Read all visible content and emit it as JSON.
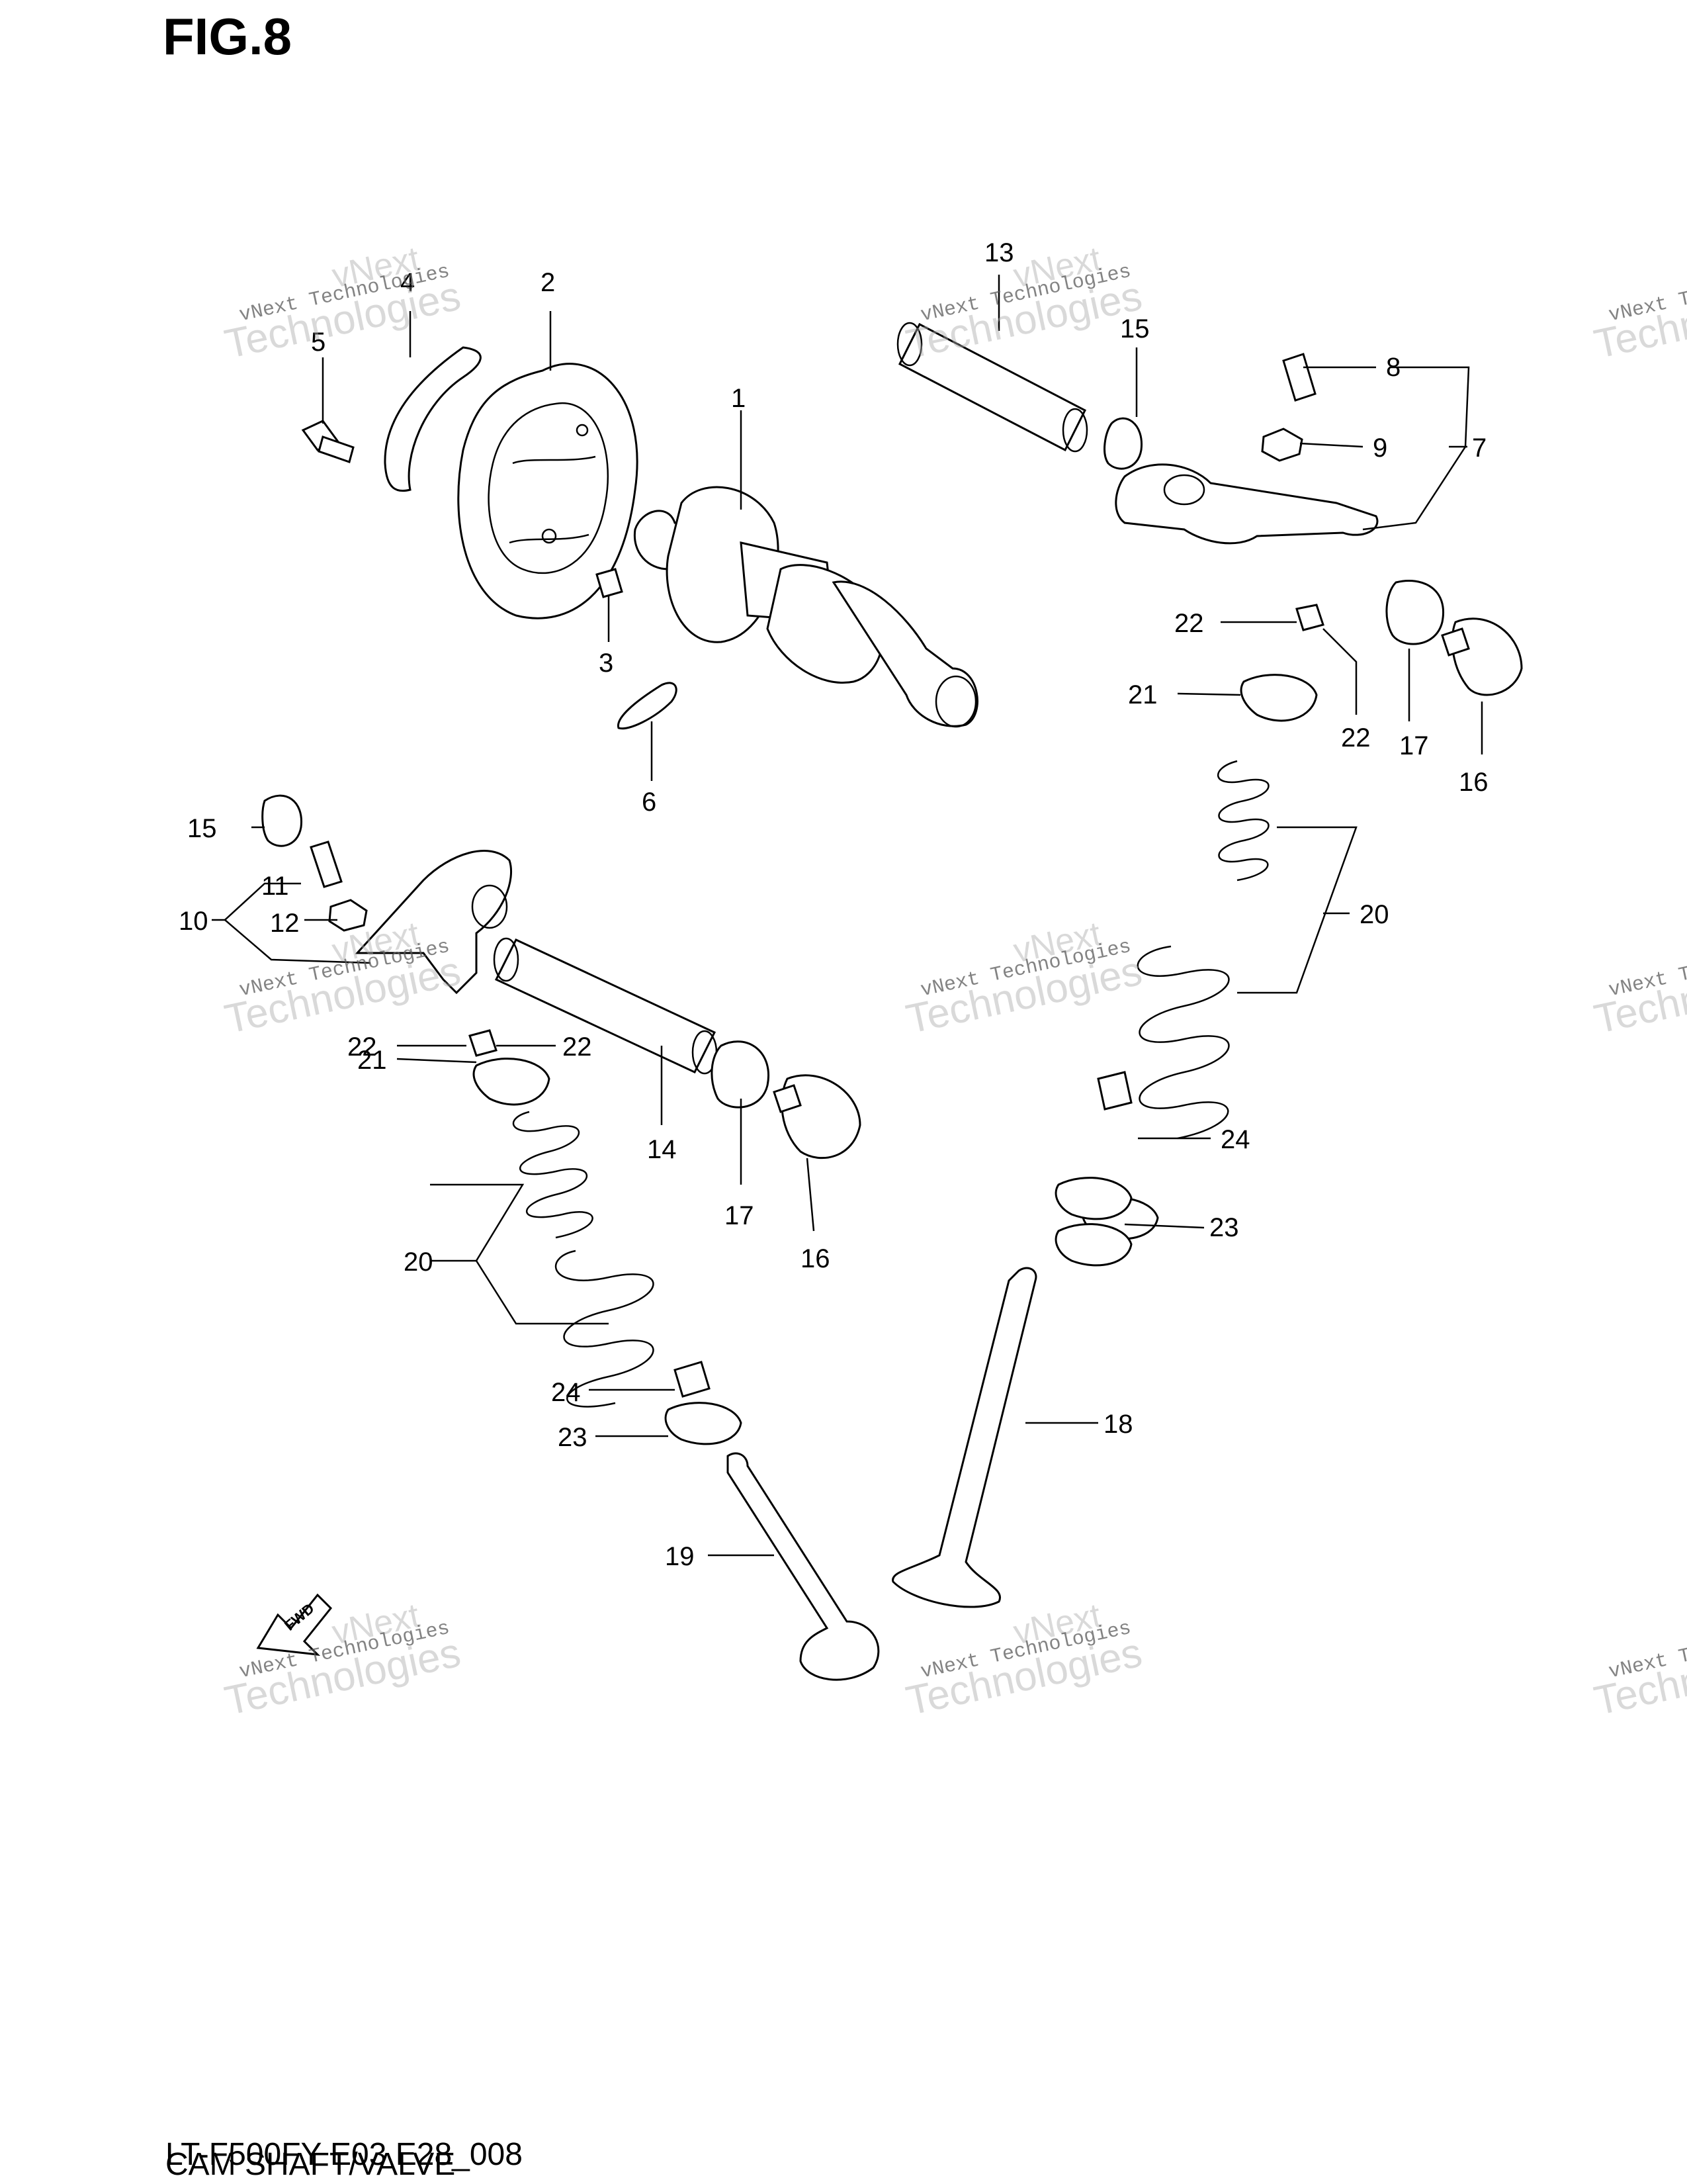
{
  "figure": {
    "title": "FIG.8",
    "code": "LT-F500FY E03 E28_008",
    "subtitle": "CAM SHAFT/VALVE"
  },
  "watermark": {
    "line1": "vNext",
    "line2": "vNext Technologies",
    "line3": "Technologies"
  },
  "fwd_label": "FWD",
  "callouts": [
    {
      "id": "c1",
      "text": "1"
    },
    {
      "id": "c2",
      "text": "2"
    },
    {
      "id": "c3",
      "text": "3"
    },
    {
      "id": "c4",
      "text": "4"
    },
    {
      "id": "c5",
      "text": "5"
    },
    {
      "id": "c6",
      "text": "6"
    },
    {
      "id": "c7",
      "text": "7"
    },
    {
      "id": "c8",
      "text": "8"
    },
    {
      "id": "c9",
      "text": "9"
    },
    {
      "id": "c10",
      "text": "10"
    },
    {
      "id": "c11",
      "text": "11"
    },
    {
      "id": "c12",
      "text": "12"
    },
    {
      "id": "c13",
      "text": "13"
    },
    {
      "id": "c14",
      "text": "14"
    },
    {
      "id": "c15a",
      "text": "15"
    },
    {
      "id": "c15b",
      "text": "15"
    },
    {
      "id": "c16a",
      "text": "16"
    },
    {
      "id": "c16b",
      "text": "16"
    },
    {
      "id": "c17a",
      "text": "17"
    },
    {
      "id": "c17b",
      "text": "17"
    },
    {
      "id": "c18",
      "text": "18"
    },
    {
      "id": "c19",
      "text": "19"
    },
    {
      "id": "c20a",
      "text": "20"
    },
    {
      "id": "c20b",
      "text": "20"
    },
    {
      "id": "c21a",
      "text": "21"
    },
    {
      "id": "c21b",
      "text": "21"
    },
    {
      "id": "c22a",
      "text": "22"
    },
    {
      "id": "c22b",
      "text": "22"
    },
    {
      "id": "c22c",
      "text": "22"
    },
    {
      "id": "c22d",
      "text": "22"
    },
    {
      "id": "c23a",
      "text": "23"
    },
    {
      "id": "c23b",
      "text": "23"
    },
    {
      "id": "c24a",
      "text": "24"
    },
    {
      "id": "c24b",
      "text": "24"
    }
  ]
}
